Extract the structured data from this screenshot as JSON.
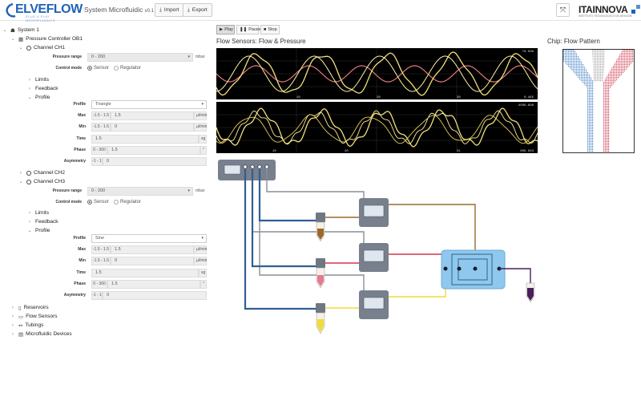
{
  "header": {
    "logo_text": "ELVEFLOW",
    "logo_subtitle": "PLUG & PLAY MICROFLUIDICS",
    "title": "System Microfluidic",
    "version": "v0.1",
    "import_label": "Import",
    "export_label": "Export",
    "partner_logo": "ITAINNOVA",
    "partner_subtitle": "INSTITUTO TECNOLÓGICO DE ARAGÓN"
  },
  "tree": {
    "system": "System 1",
    "pressure_controller": "Pressure Controller OB1",
    "ch1": "Channel CH1",
    "ch2": "Channel CH2",
    "ch3": "Channel CH3",
    "limits": "Limits",
    "feedback": "Feedback",
    "profile": "Profile",
    "reservoirs": "Reservoirs",
    "flow_sensors": "Flow Sensors",
    "tubings": "Tubings",
    "microfluidic_devices": "Microfluidic Devices"
  },
  "ch1": {
    "pressure_range_label": "Pressure range",
    "pressure_range_value": "0 - 200",
    "pressure_unit": "mbar",
    "control_mode_label": "Control mode",
    "sensor_label": "Sensor",
    "regulator_label": "Regulator",
    "profile_label": "Profile",
    "profile_value": "Triangle",
    "max_label": "Max",
    "max_range": "-1.5 - 1.5",
    "max_value": "1.5",
    "max_unit": "µl/min",
    "min_label": "Min",
    "min_range": "-1.5 - 1.5",
    "min_value": "0",
    "min_unit": "µl/min",
    "time_label": "Time",
    "time_value": "1.5",
    "time_unit": "sg",
    "phase_label": "Phase",
    "phase_range": "0 - 360",
    "phase_value": "1.5",
    "phase_unit": "°",
    "asym_label": "Asymmetry",
    "asym_range": "-1 - 1",
    "asym_value": "0"
  },
  "ch3": {
    "pressure_range_label": "Pressure range",
    "pressure_range_value": "0 - 200",
    "pressure_unit": "mbar",
    "control_mode_label": "Control mode",
    "sensor_label": "Sensor",
    "regulator_label": "Regulator",
    "profile_label": "Profile",
    "profile_value": "Sine",
    "max_label": "Max",
    "max_range": "-1.5 - 1.5",
    "max_value": "1.5",
    "max_unit": "µl/min",
    "min_label": "Min",
    "min_range": "-1.5 - 1.5",
    "min_value": "0",
    "min_unit": "µl/min",
    "time_label": "Time",
    "time_value": "1.5",
    "time_unit": "sg",
    "phase_label": "Phase",
    "phase_range": "0 - 360",
    "phase_value": "1.5",
    "phase_unit": "°",
    "asym_label": "Asymmetry",
    "asym_range": "-1 - 1",
    "asym_value": "0"
  },
  "controls": {
    "play": "Play",
    "pause": "Pause",
    "stop": "Stop"
  },
  "plots": {
    "title": "Flow Sensors: Flow & Pressure",
    "flow_ymax": "70.009",
    "flow_ymin": "0.465",
    "flow_ticks": [
      "10",
      "20",
      "30"
    ],
    "pressure_ymax": "4509.608",
    "pressure_ymin": "609.683",
    "pressure_ticks": [
      "10",
      "20",
      "31"
    ]
  },
  "chip": {
    "title": "Chip: Flow Pattern"
  },
  "colors": {
    "accent": "#1f62b5",
    "line_yellow": "#f2e07a",
    "line_pink": "#e0797d",
    "tube_blue": "#2f5f93",
    "tube_brown": "#9a6a2a",
    "tube_red": "#d7354b",
    "tube_yellow": "#f0dc3a",
    "tube_purple": "#4a1f5a"
  }
}
